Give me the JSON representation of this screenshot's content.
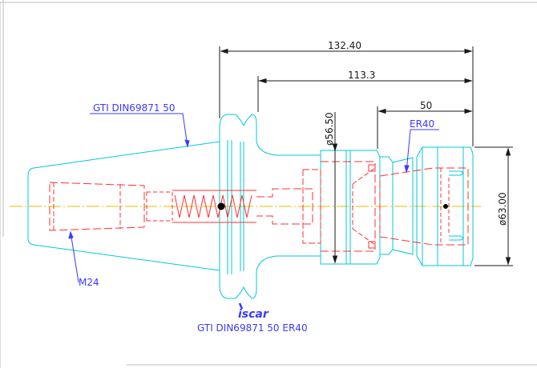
{
  "drawing": {
    "dimensions": {
      "overall_length": "132.40",
      "length_113": "113.3",
      "length_50": "50",
      "dia_flange": "ø56.50",
      "dia_nut": "ø63.00"
    },
    "labels": {
      "taper_spec": "GTI DIN69871 50",
      "thread_spec": "M24",
      "collet_spec": "ER40",
      "logo": "iscar",
      "part_name": "GTI DIN69871 50 ER40"
    },
    "colors": {
      "outline": "#00c8d8",
      "hidden": "#ff3030",
      "centerline": "#e0c000",
      "dimension": "#1a1a1a",
      "label": "#3a3aff",
      "frame": "#bdbdbd"
    }
  }
}
